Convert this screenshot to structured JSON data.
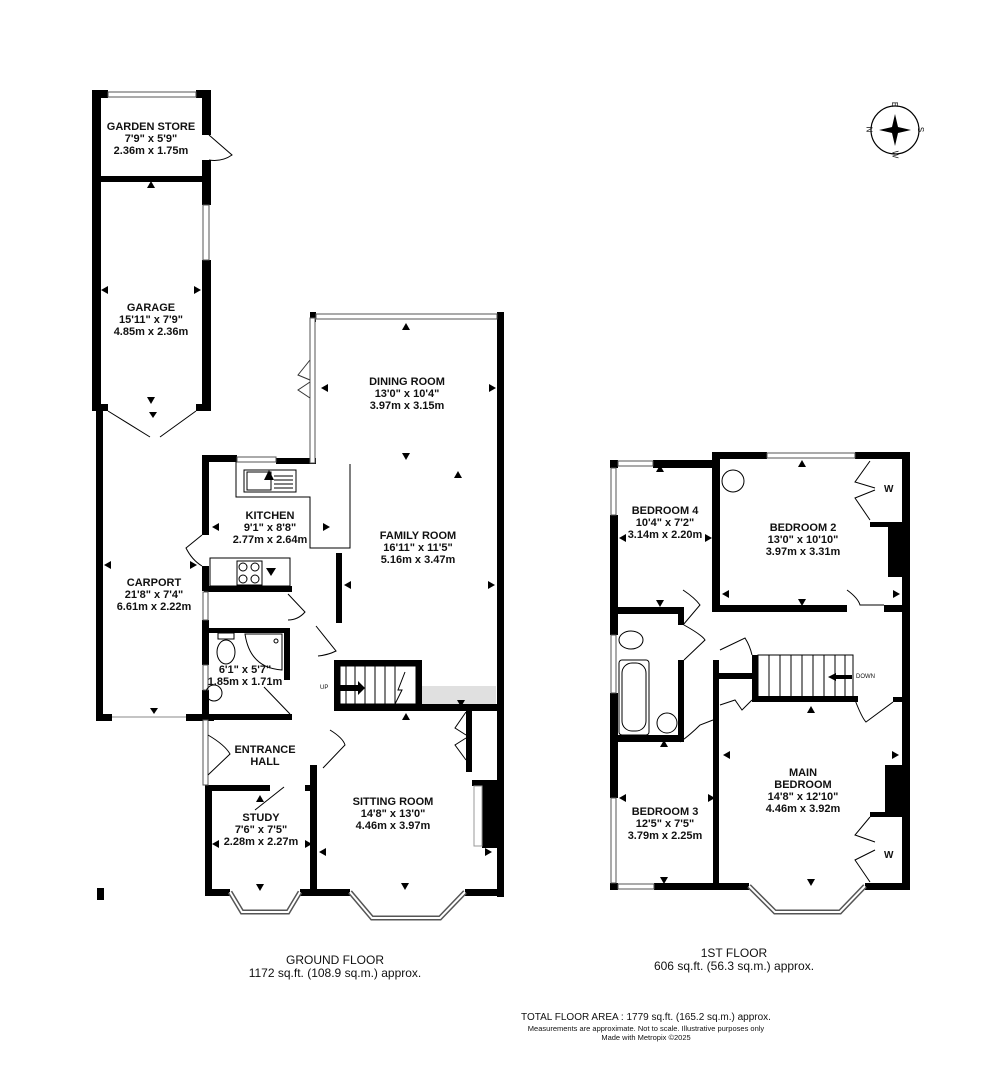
{
  "ground_floor": {
    "title": "GROUND FLOOR",
    "area": "1172 sq.ft. (108.9 sq.m.) approx.",
    "rooms": {
      "garden_store": {
        "name": "GARDEN STORE",
        "imperial": "7'9\"  x 5'9\"",
        "metric": "2.36m  x 1.75m"
      },
      "garage": {
        "name": "GARAGE",
        "imperial": "15'11\"  x 7'9\"",
        "metric": "4.85m  x 2.36m"
      },
      "carport": {
        "name": "CARPORT",
        "imperial": "21'8\"  x 7'4\"",
        "metric": "6.61m  x 2.22m"
      },
      "kitchen": {
        "name": "KITCHEN",
        "imperial": "9'1\"  x 8'8\"",
        "metric": "2.77m  x 2.64m"
      },
      "shower_room": {
        "name": "",
        "imperial": "6'1\"  x 5'7\"",
        "metric": "1.85m  x 1.71m"
      },
      "dining_room": {
        "name": "DINING ROOM",
        "imperial": "13'0\"  x 10'4\"",
        "metric": "3.97m  x 3.15m"
      },
      "family_room": {
        "name": "FAMILY ROOM",
        "imperial": "16'11\"  x 11'5\"",
        "metric": "5.16m  x 3.47m"
      },
      "entrance_hall": {
        "name": "ENTRANCE",
        "name2": "HALL"
      },
      "study": {
        "name": "STUDY",
        "imperial": "7'6\"  x 7'5\"",
        "metric": "2.28m  x 2.27m"
      },
      "sitting_room": {
        "name": "SITTING ROOM",
        "imperial": "14'8\"  x 13'0\"",
        "metric": "4.46m  x 3.97m"
      }
    },
    "stairs_label": "UP"
  },
  "first_floor": {
    "title": "1ST FLOOR",
    "area": "606 sq.ft. (56.3 sq.m.) approx.",
    "rooms": {
      "bedroom4": {
        "name": "BEDROOM 4",
        "imperial": "10'4\"  x 7'2\"",
        "metric": "3.14m  x 2.20m"
      },
      "bedroom2": {
        "name": "BEDROOM 2",
        "imperial": "13'0\"  x 10'10\"",
        "metric": "3.97m  x 3.31m"
      },
      "bedroom3": {
        "name": "BEDROOM 3",
        "imperial": "12'5\"  x 7'5\"",
        "metric": "3.79m  x 2.25m"
      },
      "main_bedroom": {
        "name": "MAIN",
        "name2": "BEDROOM",
        "imperial": "14'8\"  x 12'10\"",
        "metric": "4.46m  x 3.92m"
      }
    },
    "wardrobe_label": "W",
    "stairs_label": "DOWN"
  },
  "compass": {
    "n": "N",
    "e": "E",
    "s": "S",
    "w": "W"
  },
  "footer": {
    "total": "TOTAL FLOOR AREA : 1779 sq.ft. (165.2 sq.m.) approx.",
    "disclaimer": "Measurements are approximate.  Not to scale.  Illustrative purposes only",
    "credit": "Made with Metropix ©2025"
  },
  "colors": {
    "wall": "#000000",
    "fill": "#ffffff",
    "shade": "#e0e0e0"
  }
}
